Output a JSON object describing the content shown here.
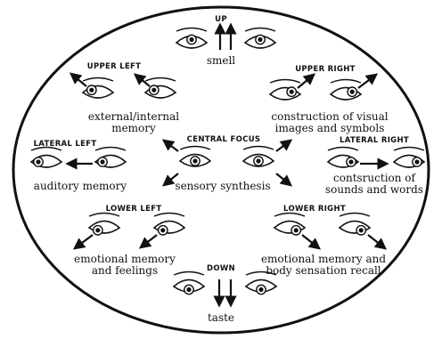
{
  "diagram": {
    "headings": {
      "up": "UP",
      "upper_left": "UPPER LEFT",
      "upper_right": "UPPER RIGHT",
      "lateral_left": "LATERAL LEFT",
      "central_focus": "CENTRAL FOCUS",
      "lateral_right": "LATERAL RIGHT",
      "lower_left": "LOWER LEFT",
      "lower_right": "LOWER RIGHT",
      "down": "DOWN"
    },
    "captions": {
      "up": "smell",
      "upper_left_line1": "external/internal",
      "upper_left_line2": "memory",
      "upper_right_line1": "construction of visual",
      "upper_right_line2": "images and symbols",
      "lateral_left": "auditory memory",
      "central": "sensory synthesis",
      "lateral_right_line1": "contsruction of",
      "lateral_right_line2": "sounds and words",
      "lower_left_line1": "emotional memory",
      "lower_left_line2": "and feelings",
      "lower_right_line1": "emotional memory and",
      "lower_right_line2": "body sensation recall",
      "down": "taste"
    },
    "colors": {
      "ink": "#111111",
      "background": "#ffffff"
    },
    "gaze_directions": {
      "up": "up",
      "upper_left": "up-left",
      "upper_right": "up-right",
      "lateral_left": "left",
      "central": "center",
      "lateral_right": "right",
      "lower_left": "down-left",
      "lower_right": "down-right",
      "down": "down"
    }
  }
}
